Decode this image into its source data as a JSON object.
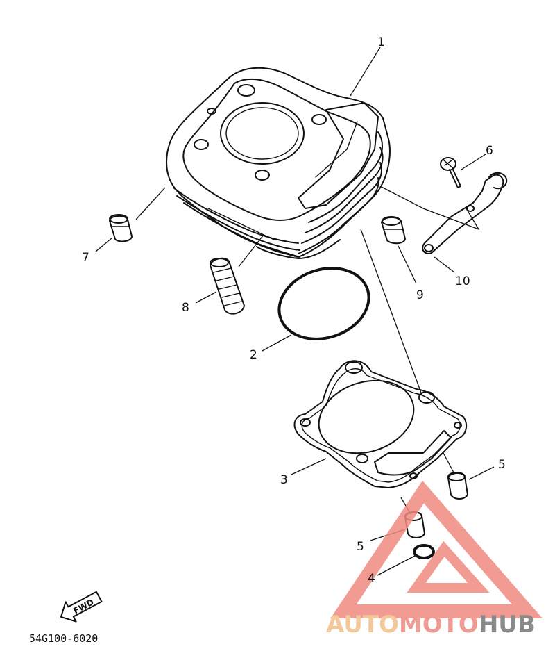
{
  "diagram": {
    "callouts": {
      "c1": "1",
      "c2": "2",
      "c3": "3",
      "c4": "4",
      "c5a": "5",
      "c5b": "5",
      "c6": "6",
      "c7": "7",
      "c8": "8",
      "c9": "9",
      "c10": "10"
    },
    "fwd_label": "FWD",
    "part_code": "54G100-6020"
  },
  "watermark": {
    "part1": "AUTO",
    "part2": "MOTO",
    "part3": "HUB",
    "colors": {
      "auto": "#f3c89b",
      "moto": "#ef9b93",
      "hub": "#8a8a8a",
      "logo": "#f08a80"
    }
  }
}
